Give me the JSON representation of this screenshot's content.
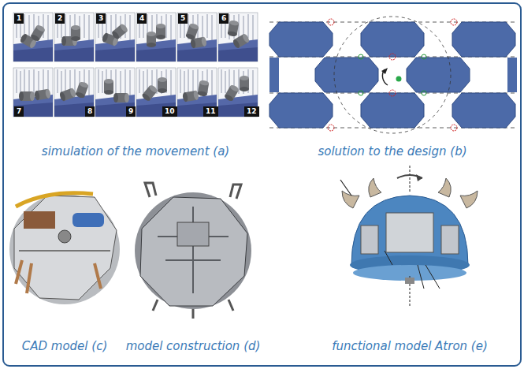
{
  "diagram": {
    "labels": [
      "1",
      "2",
      "3",
      "4",
      "5",
      "6",
      "7",
      "8",
      "9",
      "10",
      "11",
      "12",
      "simulation of the movement (a)",
      "solution to the design (b)",
      "CAD model (c)",
      "model construction (d)",
      "functional model Atron (e)"
    ]
  }
}
